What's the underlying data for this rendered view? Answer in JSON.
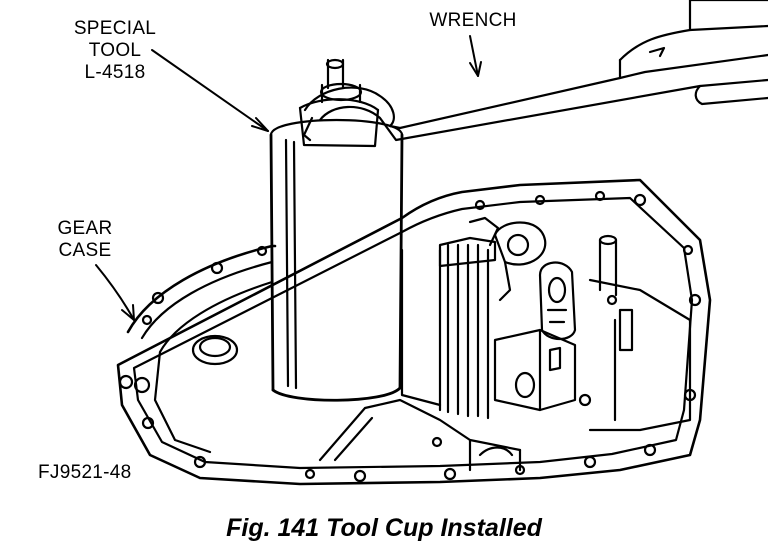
{
  "labels": {
    "special_tool": [
      "SPECIAL",
      "TOOL",
      "L-4518"
    ],
    "wrench": "WRENCH",
    "gear_case": [
      "GEAR",
      "CASE"
    ],
    "figure_id": "FJ9521-48"
  },
  "caption": "Fig. 141 Tool Cup Installed",
  "colors": {
    "ink": "#000000",
    "paper": "#ffffff"
  }
}
